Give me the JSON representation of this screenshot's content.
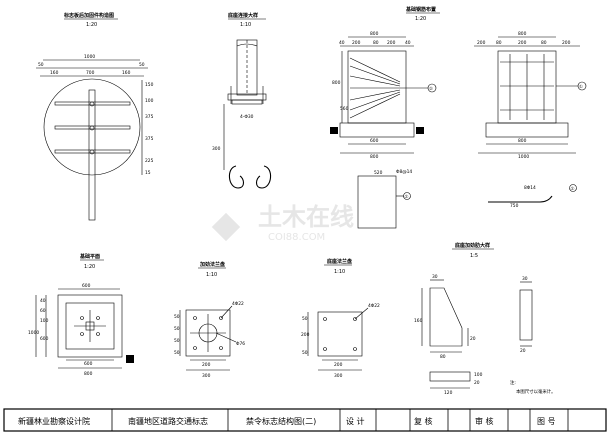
{
  "watermark": {
    "main": "土木在线",
    "sub": "COI88.COM"
  },
  "views": {
    "sign_back": {
      "title": "标志板后加固件构造图",
      "scale": "1:20",
      "dims": {
        "top": "1000",
        "w1": "50",
        "w2": "160",
        "w3": "700",
        "w4": "160",
        "w5": "50",
        "r1": "150",
        "r2": "100",
        "r3": "375",
        "r4": "375",
        "r5": "225",
        "r6": "15"
      }
    },
    "base_detail": {
      "title": "底座连接大样",
      "scale": "1:10",
      "d1": "4-Φ30",
      "d2": "300"
    },
    "foundation_rebar": {
      "title": "基础钢筋布置",
      "scale": "1:20",
      "left": {
        "top": "800",
        "sub": [
          "40",
          "200",
          "80",
          "200",
          "40"
        ],
        "side1": "800",
        "side2": "560",
        "bot1": "600",
        "bot2": "800"
      },
      "right": {
        "top": "800",
        "sub": [
          "200",
          "80",
          "200",
          "80",
          "200"
        ],
        "bot1": "800",
        "bot2": "1000"
      },
      "callout1": "①",
      "callout2": "②",
      "bar2": {
        "len": "520",
        "lab": "Φ8@14",
        "callout": "②"
      },
      "bar1": {
        "lab": "8Φ14",
        "len": "750",
        "callout": "①"
      }
    },
    "foundation_plan": {
      "title": "基础平面",
      "scale": "1:20",
      "dims": {
        "top": "600",
        "side": "1000",
        "h1": "40",
        "h2": "60",
        "h3": "100",
        "h4": "600",
        "bot1": "600",
        "bot2": "800"
      }
    },
    "stiff_flange": {
      "title": "加劲法兰盘",
      "scale": "1:10",
      "bolt": "4Φ22",
      "hole": "Φ76",
      "dims": {
        "w": "300",
        "bot": "200",
        "l1": "50",
        "l2": "50",
        "l3": "50",
        "l4": "50"
      }
    },
    "base_flange": {
      "title": "底座法兰盘",
      "scale": "1:10",
      "bolt": "4Φ22",
      "dims": {
        "w": "300",
        "bot": "200",
        "l1": "50",
        "l2": "200",
        "l3": "50"
      }
    },
    "rib": {
      "title": "底座加劲肋大样",
      "scale": "1:5",
      "dims": {
        "a": "30",
        "b": "80",
        "c": "160",
        "d": "20",
        "e": "30",
        "f": "100",
        "g": "20",
        "h": "120"
      },
      "note_title": "注:",
      "note": "本图尺寸以毫米计。"
    }
  },
  "title_block": {
    "company": "新疆林业勘察设计院",
    "project": "南疆地区道路交通标志",
    "drawing": "禁令标志结构图(二)",
    "design": "设 计",
    "review": "复 核",
    "check": "审 核",
    "sheet_no": "图 号"
  }
}
